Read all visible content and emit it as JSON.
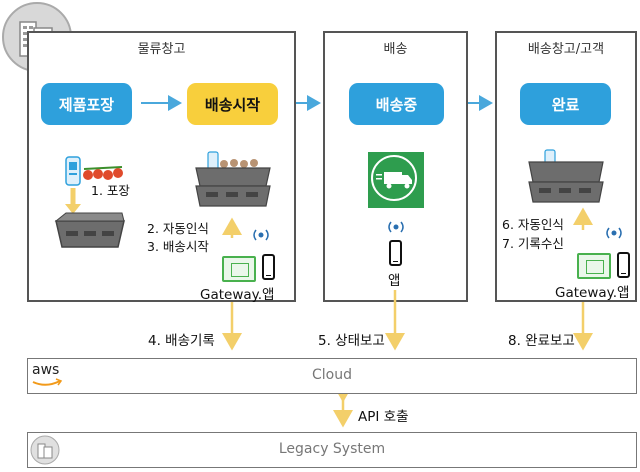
{
  "sections": {
    "warehouse": "물류창고",
    "shipping": "배송",
    "destination": "배송창고/고객"
  },
  "steps": {
    "packaging": "제품포장",
    "ship_start": "배송시작",
    "in_transit": "배송중",
    "complete": "완료"
  },
  "labels": {
    "pack": "1. 포장",
    "auto_recognize_1": "2. 자동인식",
    "ship_begin": "3. 배송시작",
    "gateway_app_1": "Gateway.앱",
    "app": "앱",
    "auto_recognize_2": "6. 자동인식",
    "record_receive": "7. 기록수신",
    "gateway_app_2": "Gateway.앱",
    "ship_record": "4. 배송기록",
    "status_report": "5. 상태보고",
    "complete_report": "8. 완료보고",
    "api_call": "API 호출"
  },
  "bars": {
    "cloud": "Cloud",
    "legacy": "Legacy System",
    "aws_logo": "aws"
  },
  "colors": {
    "pill_blue": "#2ea0dc",
    "pill_yellow": "#f8cf3c",
    "arrow_blue": "#4aa8dc",
    "arrow_yellow": "#f3cf6a",
    "truck_green": "#2e9d4e",
    "gateway_green": "#49b14e"
  },
  "icons": {
    "building_logo": "building-icon",
    "truck": "truck-icon",
    "phone": "smartphone-icon",
    "gateway": "gateway-device-icon",
    "signal": "wireless-signal-icon",
    "crate": "crate-icon",
    "tomatoes": "tomatoes-icon",
    "tag": "rfid-tag-icon"
  }
}
